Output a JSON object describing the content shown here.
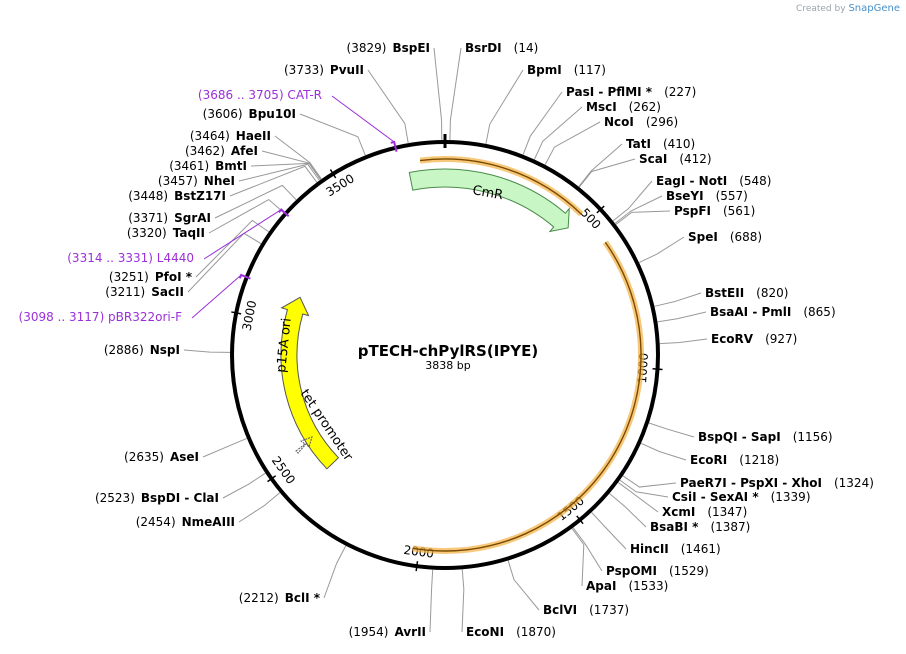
{
  "credit": {
    "prefix": "Created by",
    "brand": "SnapGene"
  },
  "plasmid": {
    "name": "pTECH-chPylRS(IPYE)",
    "length_label": "3838 bp",
    "length": 3838
  },
  "colors": {
    "orf": "#f5b041",
    "cmr": "#c8f7c5",
    "ori": "#ffff00",
    "primer": "#9b30d9",
    "backbone": "#000000"
  },
  "ruler": [
    "500",
    "1000",
    "1500",
    "2000",
    "2500",
    "3000",
    "3500"
  ],
  "features": {
    "cmr": "CmR",
    "ori": "p15A ori",
    "promoter": "tet promoter"
  },
  "sites": [
    {
      "pos": 14,
      "pos_label": "(14)",
      "name": "BsrDI"
    },
    {
      "pos": 117,
      "pos_label": "(117)",
      "name": "BpmI"
    },
    {
      "pos": 227,
      "pos_label": "(227)",
      "name": "PasI  -  PflMI *"
    },
    {
      "pos": 262,
      "pos_label": "(262)",
      "name": "MscI"
    },
    {
      "pos": 296,
      "pos_label": "(296)",
      "name": "NcoI"
    },
    {
      "pos": 410,
      "pos_label": "(410)",
      "name": "TatI"
    },
    {
      "pos": 412,
      "pos_label": "(412)",
      "name": "ScaI"
    },
    {
      "pos": 548,
      "pos_label": "(548)",
      "name": "EagI  -  NotI"
    },
    {
      "pos": 557,
      "pos_label": "(557)",
      "name": "BseYI"
    },
    {
      "pos": 561,
      "pos_label": "(561)",
      "name": "PspFI"
    },
    {
      "pos": 688,
      "pos_label": "(688)",
      "name": "SpeI"
    },
    {
      "pos": 820,
      "pos_label": "(820)",
      "name": "BstEII"
    },
    {
      "pos": 865,
      "pos_label": "(865)",
      "name": "BsaAI  -  PmlI"
    },
    {
      "pos": 927,
      "pos_label": "(927)",
      "name": "EcoRV"
    },
    {
      "pos": 1156,
      "pos_label": "(1156)",
      "name": "BspQI  -  SapI"
    },
    {
      "pos": 1218,
      "pos_label": "(1218)",
      "name": "EcoRI"
    },
    {
      "pos": 1324,
      "pos_label": "(1324)",
      "name": "PaeR7I  -  PspXI  -  XhoI"
    },
    {
      "pos": 1339,
      "pos_label": "(1339)",
      "name": "CsiI  -  SexAI *"
    },
    {
      "pos": 1347,
      "pos_label": "(1347)",
      "name": "XcmI"
    },
    {
      "pos": 1387,
      "pos_label": "(1387)",
      "name": "BsaBI *"
    },
    {
      "pos": 1461,
      "pos_label": "(1461)",
      "name": "HincII"
    },
    {
      "pos": 1529,
      "pos_label": "(1529)",
      "name": "PspOMI"
    },
    {
      "pos": 1533,
      "pos_label": "(1533)",
      "name": "ApaI"
    },
    {
      "pos": 1737,
      "pos_label": "(1737)",
      "name": "BclVI"
    },
    {
      "pos": 1870,
      "pos_label": "(1870)",
      "name": "EcoNI"
    },
    {
      "pos": 1954,
      "pos_label": "(1954)",
      "name": "AvrII"
    },
    {
      "pos": 2212,
      "pos_label": "(2212)",
      "name": "BclI *"
    },
    {
      "pos": 2454,
      "pos_label": "(2454)",
      "name": "NmeAIII"
    },
    {
      "pos": 2523,
      "pos_label": "(2523)",
      "name": "BspDI  -  ClaI"
    },
    {
      "pos": 2635,
      "pos_label": "(2635)",
      "name": "AseI"
    },
    {
      "pos": 2886,
      "pos_label": "(2886)",
      "name": "NspI"
    },
    {
      "pos": 3211,
      "pos_label": "(3211)",
      "name": "SacII"
    },
    {
      "pos": 3251,
      "pos_label": "(3251)",
      "name": "PfoI *"
    },
    {
      "pos": 3320,
      "pos_label": "(3320)",
      "name": "TaqII"
    },
    {
      "pos": 3371,
      "pos_label": "(3371)",
      "name": "SgrAI"
    },
    {
      "pos": 3448,
      "pos_label": "(3448)",
      "name": "BstZ17I"
    },
    {
      "pos": 3457,
      "pos_label": "(3457)",
      "name": "NheI"
    },
    {
      "pos": 3461,
      "pos_label": "(3461)",
      "name": "BmtI"
    },
    {
      "pos": 3462,
      "pos_label": "(3462)",
      "name": "AfeI"
    },
    {
      "pos": 3464,
      "pos_label": "(3464)",
      "name": "HaeII"
    },
    {
      "pos": 3606,
      "pos_label": "(3606)",
      "name": "Bpu10I"
    },
    {
      "pos": 3733,
      "pos_label": "(3733)",
      "name": "PvuII"
    },
    {
      "pos": 3829,
      "pos_label": "(3829)",
      "name": "BspEI"
    }
  ],
  "primers": [
    {
      "pos": 3695,
      "label": "(3686 .. 3705)  CAT-R"
    },
    {
      "pos": 3322,
      "label": "(3314 .. 3331)  L4440"
    },
    {
      "pos": 3107,
      "label": "(3098 .. 3117)  pBR322ori-F"
    }
  ]
}
